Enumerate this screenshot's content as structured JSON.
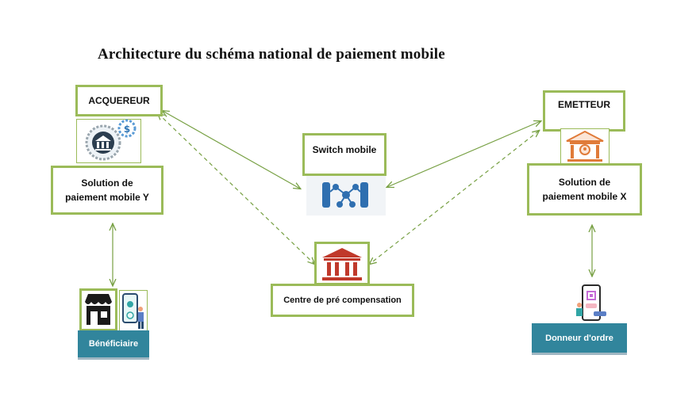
{
  "title": "Architecture du schéma national de paiement mobile",
  "nodes": {
    "acquereur": "ACQUEREUR",
    "emetteur": "EMETTEUR",
    "switch": "Switch mobile",
    "solution_y": "Solution de\npaiement mobile  Y",
    "solution_x": "Solution de\npaiement mobile X",
    "compensation": "Centre de pré compensation",
    "beneficiaire": "Bénéficiaire",
    "donneur": "Donneur d'ordre"
  },
  "icons": [
    "bank-gear-icon",
    "network-servers-icon",
    "bank-user-icon",
    "bank-building-icon",
    "store-icon",
    "phone-payment-icon",
    "phone-qr-icon"
  ],
  "colors": {
    "border_green": "#9bbb59",
    "teal": "#31859c",
    "arrow_green": "#77a043"
  }
}
